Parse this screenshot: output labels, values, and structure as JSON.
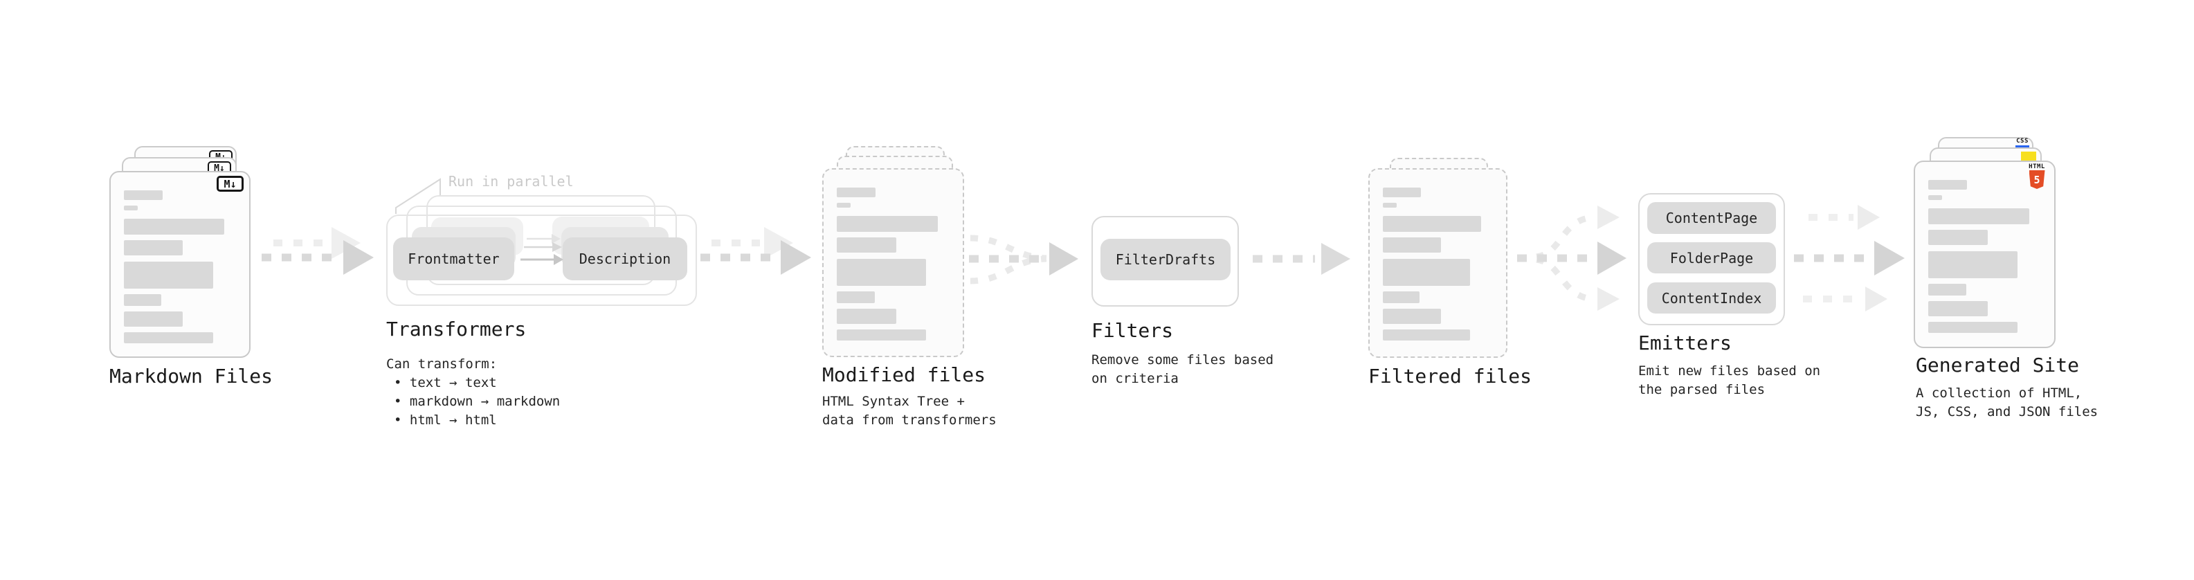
{
  "pipeline": {
    "markdown_files": {
      "label": "Markdown Files",
      "badge": "M↓"
    },
    "transformers": {
      "label": "Transformers",
      "annotation": "Run in parallel",
      "chip_in": "Frontmatter",
      "chip_out": "Description",
      "desc_heading": "Can transform:",
      "desc_bullets": [
        "• text → text",
        "• markdown → markdown",
        "• html → html"
      ]
    },
    "modified_files": {
      "label": "Modified files",
      "desc_lines": [
        "HTML Syntax Tree +",
        "data from transformers"
      ]
    },
    "filters": {
      "label": "Filters",
      "chip": "FilterDrafts",
      "desc_lines": [
        "Remove some files based",
        "on criteria"
      ]
    },
    "filtered_files": {
      "label": "Filtered files"
    },
    "emitters": {
      "label": "Emitters",
      "chips": [
        "ContentPage",
        "FolderPage",
        "ContentIndex"
      ],
      "desc_lines": [
        "Emit new files based on",
        "the parsed files"
      ]
    },
    "generated_site": {
      "label": "Generated Site",
      "desc_lines": [
        "A collection of HTML,",
        "JS, CSS, and JSON files"
      ],
      "badges": {
        "html5_label": "HTML",
        "html5_number": "5",
        "css_label": "CSS"
      }
    }
  },
  "colors": {
    "arrow_dark": "#d9d9d9",
    "arrow_head_dark": "#d4d4d4",
    "arrow_light": "#ededed",
    "curve_light": "#e9e9e9",
    "doc_border": "#c9c9c9",
    "bar_fill": "#d9d9d9",
    "chip_fill": "#dcdcdc",
    "annotation_gray": "#c9c9c9",
    "html5_orange": "#e44d26",
    "js_yellow": "#f7df1e",
    "css_blue": "#2965f1"
  }
}
